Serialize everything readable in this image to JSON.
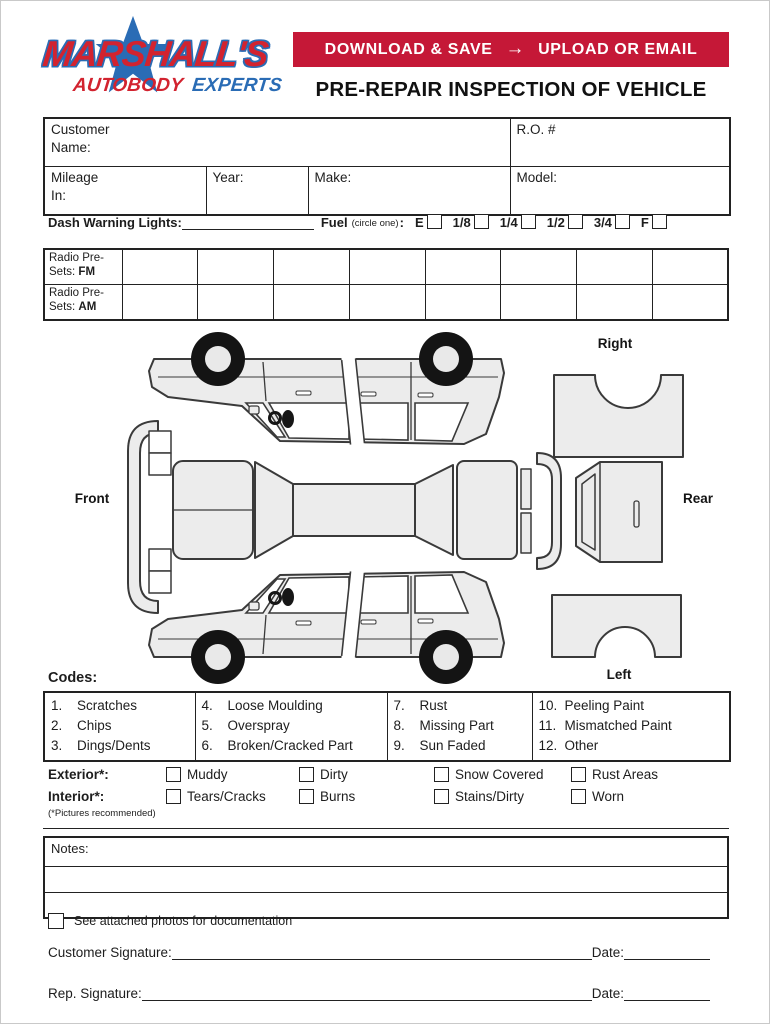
{
  "logo": {
    "name": "MARSHALL'S",
    "tagline_red": "AUTOBODY",
    "tagline_blue": "EXPERTS",
    "red": "#d2232f",
    "blue": "#2a6cb5"
  },
  "banner": {
    "left": "DOWNLOAD & SAVE",
    "arrow": "→",
    "right": "UPLOAD OR EMAIL",
    "bg": "#c51837"
  },
  "title": "PRE-REPAIR INSPECTION OF VEHICLE",
  "info": {
    "customer_l1": "Customer",
    "customer_l2": "Name:",
    "ro": "R.O. #",
    "mileage_l1": "Mileage",
    "mileage_l2": "In:",
    "year": "Year:",
    "make": "Make:",
    "model": "Model:"
  },
  "dash": {
    "label": "Dash Warning Lights:",
    "fuel": "Fuel",
    "circle_one": "(circle one)",
    "colon": ":",
    "options": [
      "E",
      "1/8",
      "1/4",
      "1/2",
      "3/4",
      "F"
    ]
  },
  "radio": {
    "rows": [
      {
        "l1": "Radio Pre-",
        "l2": "Sets:",
        "band": "FM"
      },
      {
        "l1": "Radio Pre-",
        "l2": "Sets:",
        "band": "AM"
      }
    ]
  },
  "diagram": {
    "labels": {
      "front": "Front",
      "rear": "Rear",
      "right": "Right",
      "left": "Left"
    }
  },
  "codes": {
    "heading": "Codes:",
    "columns": [
      {
        "items": [
          {
            "n": "1.",
            "t": "Scratches"
          },
          {
            "n": "2.",
            "t": "Chips"
          },
          {
            "n": "3.",
            "t": "Dings/Dents"
          }
        ]
      },
      {
        "items": [
          {
            "n": "4.",
            "t": "Loose Moulding"
          },
          {
            "n": "5.",
            "t": "Overspray"
          },
          {
            "n": "6.",
            "t": "Broken/Cracked Part"
          }
        ]
      },
      {
        "items": [
          {
            "n": "7.",
            "t": "Rust"
          },
          {
            "n": "8.",
            "t": "Missing Part"
          },
          {
            "n": "9.",
            "t": "Sun Faded"
          }
        ]
      },
      {
        "items": [
          {
            "n": "10.",
            "t": "Peeling Paint"
          },
          {
            "n": "11.",
            "t": "Mismatched Paint"
          },
          {
            "n": "12.",
            "t": "Other"
          }
        ]
      }
    ]
  },
  "condition": {
    "exterior_label": "Exterior*:",
    "interior_label": "Interior*:",
    "exterior": [
      "Muddy",
      "Dirty",
      "Snow Covered",
      "Rust Areas"
    ],
    "interior": [
      "Tears/Cracks",
      "Burns",
      "Stains/Dirty",
      "Worn"
    ],
    "note": "(*Pictures recommended)"
  },
  "notes": {
    "label": "Notes:"
  },
  "photos": {
    "label": "See attached photos for documentation"
  },
  "signatures": {
    "customer": "Customer Signature:",
    "rep": "Rep. Signature:",
    "date": "Date:"
  }
}
